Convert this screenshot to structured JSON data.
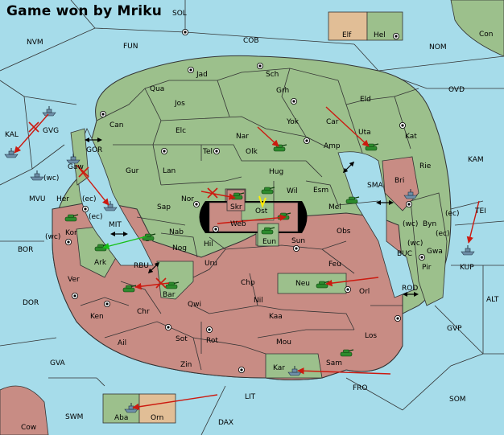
{
  "header": {
    "title": "Game won by Mriku"
  },
  "colors": {
    "sea": "#a6dcea",
    "land_green": "#9cc08c",
    "land_red": "#c88c84",
    "land_tan": "#e1be96",
    "center": "#000000",
    "arrow_red": "#cc1a10",
    "arrow_green": "#16c016",
    "support_yellow": "#ffee00"
  },
  "labels": {
    "sea": {
      "sol": "SOL",
      "nvm": "NVM",
      "fun": "FUN",
      "cob": "COB",
      "nom": "NOM",
      "con": "Con",
      "ovd": "OVD",
      "kal": "KAL",
      "kam": "KAM",
      "tei": "TEI",
      "bor": "BOR",
      "dor": "DOR",
      "alt": "ALT",
      "gvp": "GVP",
      "gva": "GVA",
      "fro": "FRO",
      "som": "SOM",
      "lit": "LIT",
      "swm": "SWM",
      "dax": "DAX",
      "cow": "Cow",
      "mvu": "MVU",
      "gvg": "GVG",
      "gor": "GOR",
      "mit": "MIT",
      "rbu": "RBU",
      "sma": "SMA",
      "buc": "BUC",
      "rod": "ROD",
      "kup": "KUP"
    },
    "land": {
      "elf": "Elf",
      "hel": "Hel",
      "jad": "Jad",
      "sch": "Sch",
      "qua": "Qua",
      "jos": "Jos",
      "grh": "Grh",
      "eld": "Eld",
      "can": "Can",
      "elc": "Elc",
      "yok": "Yok",
      "car": "Car",
      "uta": "Uta",
      "nar": "Nar",
      "amp": "Amp",
      "kat": "Kat",
      "tel": "Tel",
      "olk": "Olk",
      "gaw": "Gaw",
      "gur": "Gur",
      "lan": "Lan",
      "hug": "Hug",
      "rie": "Rie",
      "esm": "Esm",
      "bri": "Bri",
      "her": "Her",
      "nor": "Nor",
      "skr": "Skr",
      "wil": "Wil",
      "sap": "Sap",
      "ost": "Ost",
      "mel": "Mel",
      "web": "Web",
      "byn": "Byn",
      "kor": "Kor",
      "nab": "Nab",
      "obs": "Obs",
      "eun": "Eun",
      "hil": "Hil",
      "sun": "Sun",
      "gwa": "Gwa",
      "nog": "Nog",
      "ark": "Ark",
      "pir": "Pir",
      "uru": "Uru",
      "feu": "Feu",
      "ver": "Ver",
      "chp": "Chp",
      "neu": "Neu",
      "bar": "Bar",
      "orl": "Orl",
      "nil": "Nil",
      "qwi": "Qwi",
      "ken": "Ken",
      "chr": "Chr",
      "kaa": "Kaa",
      "sot": "Sot",
      "rot": "Rot",
      "los": "Los",
      "ail": "Ail",
      "mou": "Mou",
      "sam": "Sam",
      "zin": "Zin",
      "kar": "Kar",
      "aba": "Aba",
      "orn": "Orn"
    },
    "coast": {
      "wc1": "(wc)",
      "ec1": "(ec)",
      "ec2": "(ec)",
      "wc2": "(wc)",
      "ec3": "(ec)",
      "wc3": "(wc)",
      "ec4": "(ec)",
      "wc4": "(wc)"
    }
  },
  "icons": {
    "army": "tank-icon",
    "fleet": "ship-icon",
    "supply_center": "supply-center-icon",
    "dislodged": "x-mark-icon",
    "convoy": "double-arrow-icon"
  }
}
